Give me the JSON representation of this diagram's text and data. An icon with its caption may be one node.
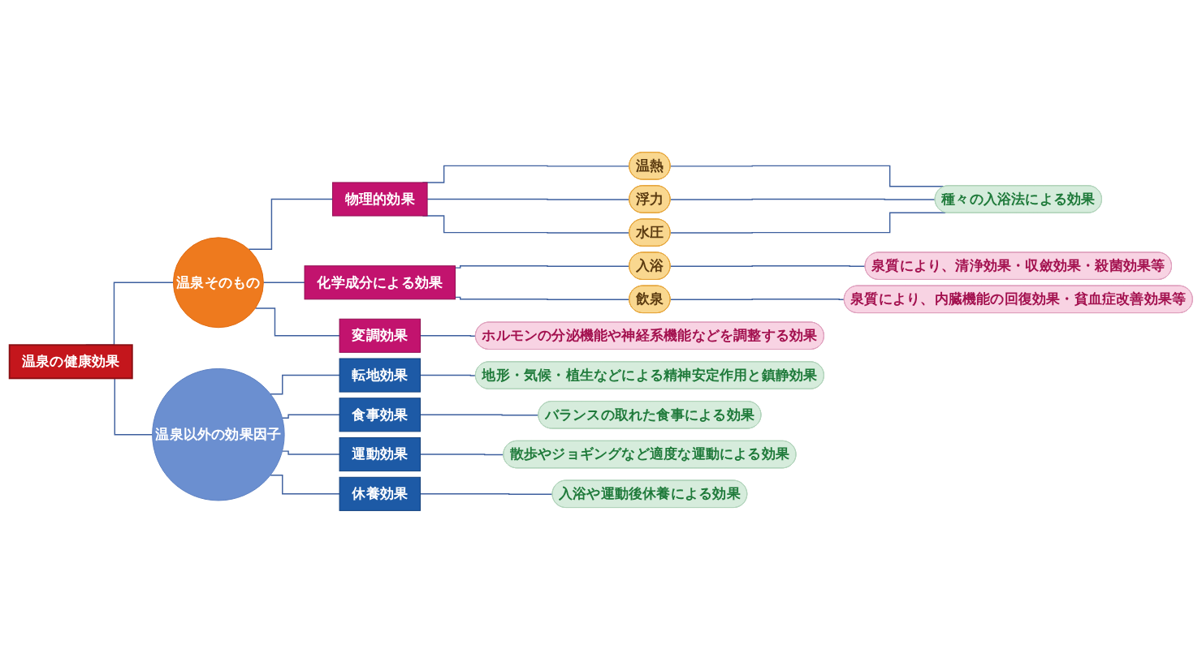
{
  "diagram": {
    "nodes": [
      {
        "text": [
          "温泉の健康効果"
        ]
      },
      {
        "text": [
          "温泉そのもの"
        ]
      },
      {
        "text": [
          "物理的効果"
        ]
      },
      {
        "text": [
          "温熱"
        ]
      },
      {
        "text": [
          "浮力"
        ]
      },
      {
        "text": [
          "水圧"
        ]
      },
      {
        "text": [
          "種々の入浴法による効果"
        ]
      },
      {
        "text": [
          "化学成分による効果"
        ]
      },
      {
        "text": [
          "入浴"
        ]
      },
      {
        "text": [
          "泉質により、清浄効果・収斂効果・殺菌効果等"
        ]
      },
      {
        "text": [
          "飲泉"
        ]
      },
      {
        "text": [
          "泉質により、内臓機能の回復効果・貧血症改善効果等"
        ]
      },
      {
        "text": [
          "変調効果"
        ]
      },
      {
        "text": [
          "ホルモンの分泌機能や神経系機能などを調整する効果"
        ]
      },
      {
        "text": [
          "温泉以外の効果因子"
        ]
      },
      {
        "text": [
          "転地効果"
        ]
      },
      {
        "text": [
          "地形・気候・植生などによる精神安定作用と鎮静効果"
        ]
      },
      {
        "text": [
          "食事効果"
        ]
      },
      {
        "text": [
          "バランスの取れた食事による効果"
        ]
      },
      {
        "text": [
          "運動効果"
        ]
      },
      {
        "text": [
          "散歩やジョギングなど適度な運動による効果"
        ]
      },
      {
        "text": [
          "休養効果"
        ]
      },
      {
        "text": [
          "入浴や運動後休養による効果"
        ]
      }
    ],
    "edges": [
      {
        "from": 0,
        "to": 1,
        "arrow": "none"
      },
      {
        "from": 0,
        "to": 14,
        "arrow": "none"
      },
      {
        "from": 1,
        "to": 2,
        "arrow": "none"
      },
      {
        "from": 1,
        "to": 7,
        "arrow": "none"
      },
      {
        "from": 1,
        "to": 12,
        "arrow": "none"
      },
      {
        "from": 2,
        "to": 3,
        "arrow": "none"
      },
      {
        "from": 2,
        "to": 4,
        "arrow": "none"
      },
      {
        "from": 2,
        "to": 5,
        "arrow": "none"
      },
      {
        "from": 3,
        "to": 6,
        "arrow": "none"
      },
      {
        "from": 4,
        "to": 6,
        "arrow": "none"
      },
      {
        "from": 5,
        "to": 6,
        "arrow": "none"
      },
      {
        "from": 7,
        "to": 8,
        "arrow": "none"
      },
      {
        "from": 7,
        "to": 10,
        "arrow": "none"
      },
      {
        "from": 8,
        "to": 9,
        "arrow": "none"
      },
      {
        "from": 10,
        "to": 11,
        "arrow": "none"
      },
      {
        "from": 12,
        "to": 13,
        "arrow": "none"
      },
      {
        "from": 14,
        "to": 15,
        "arrow": "none"
      },
      {
        "from": 14,
        "to": 17,
        "arrow": "none"
      },
      {
        "from": 14,
        "to": 19,
        "arrow": "none"
      },
      {
        "from": 14,
        "to": 21,
        "arrow": "none"
      },
      {
        "from": 15,
        "to": 16,
        "arrow": "none"
      },
      {
        "from": 17,
        "to": 18,
        "arrow": "none"
      },
      {
        "from": 19,
        "to": 20,
        "arrow": "none"
      },
      {
        "from": 21,
        "to": 22,
        "arrow": "none"
      }
    ]
  }
}
